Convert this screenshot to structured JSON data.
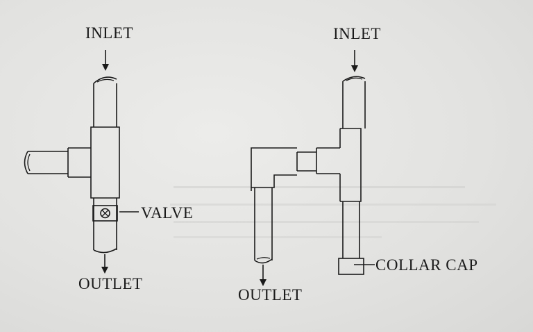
{
  "left_diagram": {
    "inlet_label": "INLET",
    "outlet_label": "OUTLET",
    "valve_label": "VALVE"
  },
  "right_diagram": {
    "inlet_label": "INLET",
    "outlet_label": "OUTLET",
    "collar_cap_label": "COLLAR CAP"
  },
  "colors": {
    "ink": "#1a1a1a",
    "paper": "#e2e2e0"
  }
}
